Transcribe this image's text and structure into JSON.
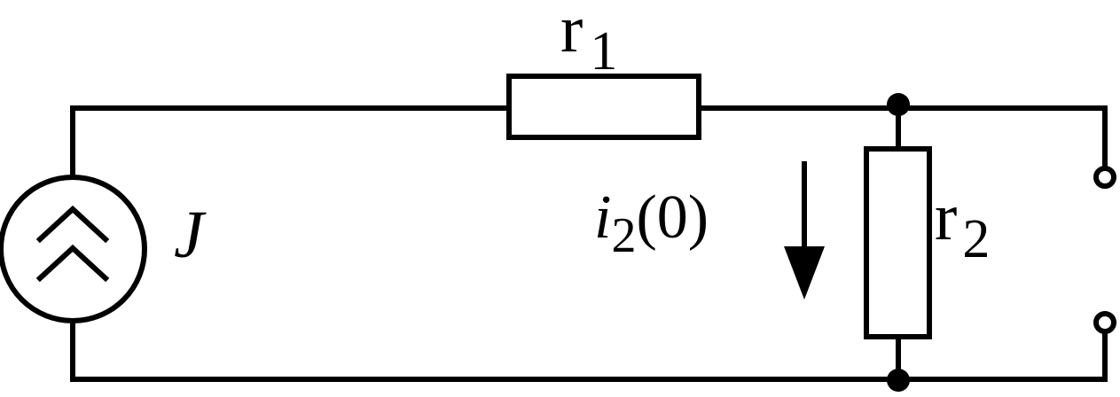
{
  "labels": {
    "r1_main": "r",
    "r1_sub": "1",
    "r2_main": "r",
    "r2_sub": "2",
    "source": "J",
    "current_main": "i",
    "current_sub": "2",
    "current_arg": "(0)"
  },
  "components": [
    {
      "kind": "current-source",
      "symbol": "J"
    },
    {
      "kind": "resistor",
      "symbol": "r1"
    },
    {
      "kind": "resistor",
      "symbol": "r2"
    }
  ],
  "colors": {
    "stroke": "#000000",
    "background": "#ffffff"
  },
  "icons": {
    "source": "double-chevron-up-icon",
    "current": "down-arrow-icon"
  }
}
